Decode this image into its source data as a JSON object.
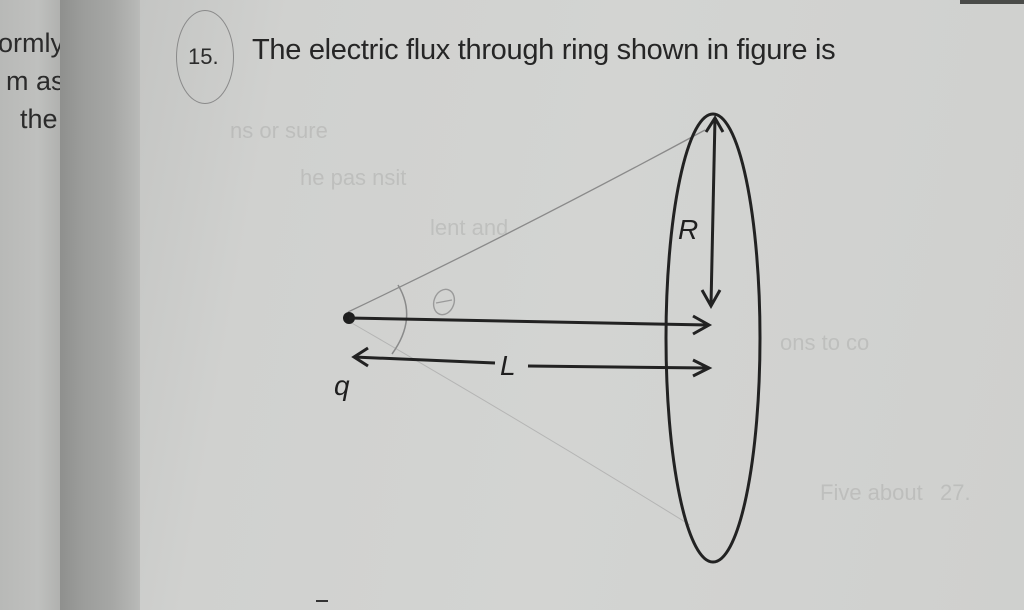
{
  "left_page": {
    "text_lines": [
      "ormly",
      "m as",
      "the"
    ]
  },
  "question": {
    "number": "15.",
    "text": "The electric flux through ring shown in figure is"
  },
  "figure": {
    "labels": {
      "charge": "q",
      "distance": "L",
      "radius": "R",
      "angle": "θ"
    },
    "description": "Point charge q at distance L from the center of a ring of radius R; half-angle θ subtended at the charge"
  },
  "show_through_text": [
    "ns or sure",
    "he pas nsit",
    "lent and",
    "ons to co",
    "Five about",
    "27."
  ],
  "colors": {
    "paper": "#d0d1cf",
    "ink": "#262626",
    "pencil": "#8a8a8a"
  }
}
